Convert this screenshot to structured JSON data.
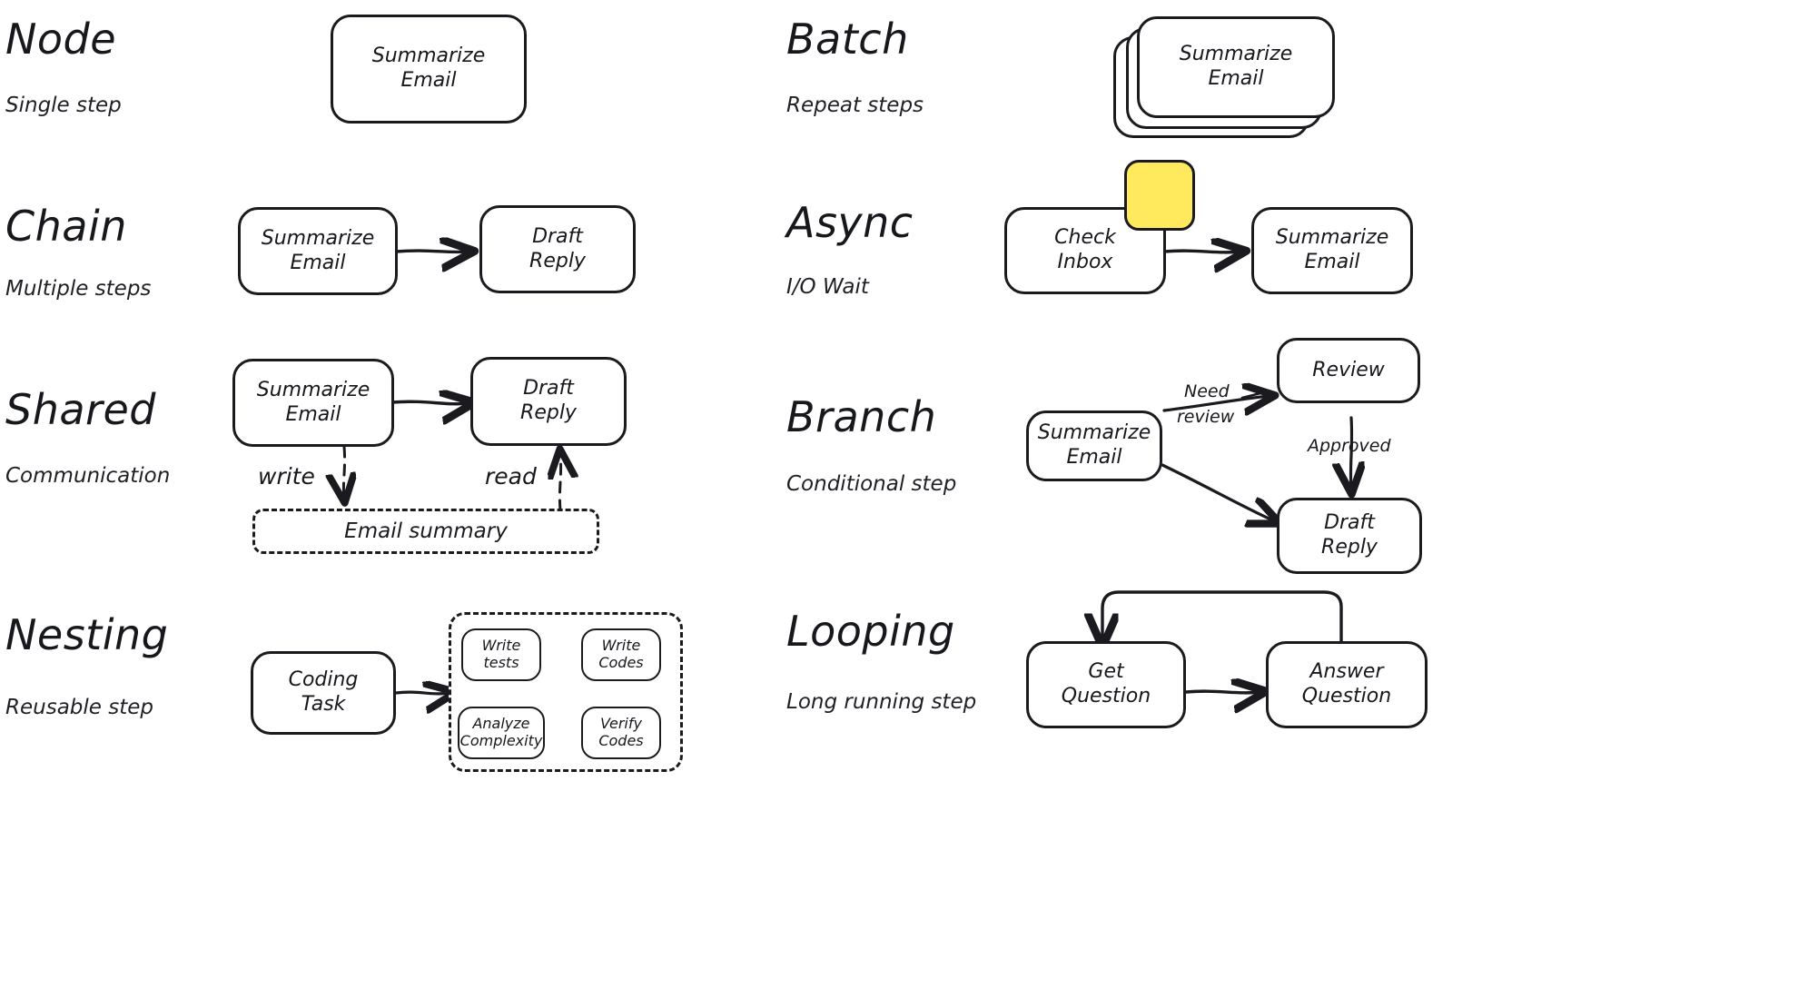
{
  "meta": {
    "title": "Agentic Workflow Patterns",
    "background": "#ffffff",
    "ink": "#1b1b1f",
    "accent_yellow": "#ffe95c"
  },
  "patterns": [
    {
      "id": "node",
      "title": "Node",
      "subtitle": "Single step",
      "nodes": [
        {
          "label": "Summarize\nEmail"
        }
      ],
      "edges": [],
      "edge_labels": []
    },
    {
      "id": "batch",
      "title": "Batch",
      "subtitle": "Repeat steps",
      "nodes": [
        {
          "label": "Summarize\nEmail",
          "stack": 3
        }
      ],
      "edges": [],
      "edge_labels": []
    },
    {
      "id": "chain",
      "title": "Chain",
      "subtitle": "Multiple steps",
      "nodes": [
        {
          "label": "Summarize\nEmail"
        },
        {
          "label": "Draft\nReply"
        }
      ],
      "edges": [
        {
          "from": "Summarize Email",
          "to": "Draft Reply",
          "style": "solid"
        }
      ],
      "edge_labels": []
    },
    {
      "id": "async",
      "title": "Async",
      "subtitle": "I/O Wait",
      "nodes": [
        {
          "label": "Check\nInbox"
        },
        {
          "label": "Summarize\nEmail"
        }
      ],
      "edges": [
        {
          "from": "Check Inbox",
          "to": "Summarize Email",
          "style": "solid"
        }
      ],
      "decorations": [
        {
          "icon": "clock-icon",
          "color": "#ffe95c"
        }
      ],
      "edge_labels": []
    },
    {
      "id": "shared",
      "title": "Shared",
      "subtitle": "Communication",
      "nodes": [
        {
          "label": "Summarize\nEmail"
        },
        {
          "label": "Draft\nReply"
        }
      ],
      "store": {
        "label": "Email summary",
        "style": "dashed"
      },
      "edges": [
        {
          "from": "Summarize Email",
          "to": "Draft Reply",
          "style": "solid"
        },
        {
          "from": "Summarize Email",
          "to": "Email summary",
          "style": "dashed"
        },
        {
          "from": "Email summary",
          "to": "Draft Reply",
          "style": "dashed"
        }
      ],
      "edge_labels": [
        "write",
        "read"
      ]
    },
    {
      "id": "branch",
      "title": "Branch",
      "subtitle": "Conditional step",
      "nodes": [
        {
          "label": "Summarize\nEmail"
        },
        {
          "label": "Review"
        },
        {
          "label": "Draft\nReply"
        }
      ],
      "edges": [
        {
          "from": "Summarize Email",
          "to": "Review",
          "style": "solid"
        },
        {
          "from": "Review",
          "to": "Draft Reply",
          "style": "solid"
        },
        {
          "from": "Summarize Email",
          "to": "Draft Reply",
          "style": "solid"
        }
      ],
      "edge_labels": [
        "Need\nreview",
        "Approved"
      ]
    },
    {
      "id": "nesting",
      "title": "Nesting",
      "subtitle": "Reusable step",
      "nodes": [
        {
          "label": "Coding\nTask"
        }
      ],
      "subgraph": {
        "style": "dashed",
        "nodes": [
          {
            "label": "Write\ntests"
          },
          {
            "label": "Write\nCodes"
          },
          {
            "label": "Verify\nCodes"
          },
          {
            "label": "Analyze\nComplexity"
          }
        ],
        "edges": [
          {
            "from": "Write tests",
            "to": "Write Codes"
          },
          {
            "from": "Write Codes",
            "to": "Verify Codes"
          },
          {
            "from": "Verify Codes",
            "to": "Analyze Complexity"
          }
        ]
      },
      "edges": [
        {
          "from": "Coding Task",
          "to": "subgraph",
          "style": "solid"
        }
      ],
      "edge_labels": []
    },
    {
      "id": "looping",
      "title": "Looping",
      "subtitle": "Long running step",
      "nodes": [
        {
          "label": "Get\nQuestion"
        },
        {
          "label": "Answer\nQuestion"
        }
      ],
      "edges": [
        {
          "from": "Get Question",
          "to": "Answer Question",
          "style": "solid"
        },
        {
          "from": "Answer Question",
          "to": "Get Question",
          "style": "solid-loop"
        }
      ],
      "edge_labels": []
    }
  ],
  "labels": {
    "node_title": "Node",
    "node_sub": "Single step",
    "node_box": "Summarize\nEmail",
    "batch_title": "Batch",
    "batch_sub": "Repeat steps",
    "batch_box": "Summarize\nEmail",
    "chain_title": "Chain",
    "chain_sub": "Multiple steps",
    "chain_box1": "Summarize\nEmail",
    "chain_box2": "Draft\nReply",
    "async_title": "Async",
    "async_sub": "I/O Wait",
    "async_box1": "Check\nInbox",
    "async_box2": "Summarize\nEmail",
    "shared_title": "Shared",
    "shared_sub": "Communication",
    "shared_box1": "Summarize\nEmail",
    "shared_box2": "Draft\nReply",
    "shared_store": "Email summary",
    "shared_write": "write",
    "shared_read": "read",
    "branch_title": "Branch",
    "branch_sub": "Conditional step",
    "branch_box1": "Summarize\nEmail",
    "branch_box2": "Review",
    "branch_box3": "Draft\nReply",
    "branch_label1_line1": "Need",
    "branch_label1_line2": "review",
    "branch_label2": "Approved",
    "nesting_title": "Nesting",
    "nesting_sub": "Reusable step",
    "nesting_box1": "Coding\nTask",
    "nesting_sub1": "Write\ntests",
    "nesting_sub2": "Write\nCodes",
    "nesting_sub3": "Verify\nCodes",
    "nesting_sub4": "Analyze\nComplexity",
    "looping_title": "Looping",
    "looping_sub": "Long running step",
    "looping_box1": "Get\nQuestion",
    "looping_box2": "Answer\nQuestion"
  }
}
